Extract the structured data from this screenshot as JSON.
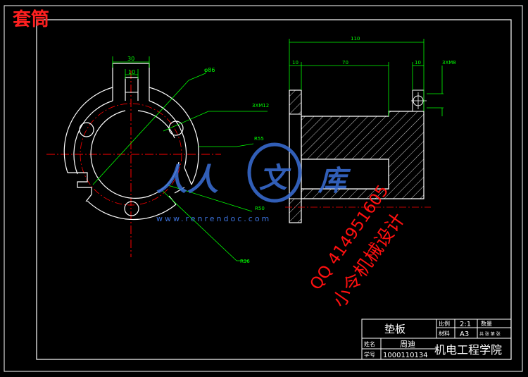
{
  "title": "套筒",
  "drawing": {
    "dims": {
      "d30": "30",
      "d10_slot": "10",
      "phi86": "φ86",
      "holes": "3XM12",
      "r55": "R55",
      "r50": "R50",
      "r36": "R36",
      "l110": "110",
      "l10_left": "10",
      "l70": "70",
      "l10_right": "10",
      "side_holes": "3XM8"
    }
  },
  "watermark": {
    "site": "www.renrendoc.com",
    "qq": "QQ 414951605",
    "brand": "小令机械设计"
  },
  "title_block": {
    "part_name": "垫板",
    "ratio_label": "比例",
    "ratio_value": "2:1",
    "qty_label": "数量",
    "material_label": "材料",
    "material_value": "A3",
    "material_extra": "共 张 第 张",
    "name_label": "姓名",
    "name_value": "周迪",
    "id_label": "学号",
    "id_value": "1000110134",
    "school": "机电工程学院"
  },
  "colors": {
    "line": "#ffffff",
    "dim": "#00ff00",
    "center": "#ff0000",
    "hatch": "#ffffff",
    "watermark_red": "#ff1010",
    "watermark_blue": "#3a6fd8"
  }
}
